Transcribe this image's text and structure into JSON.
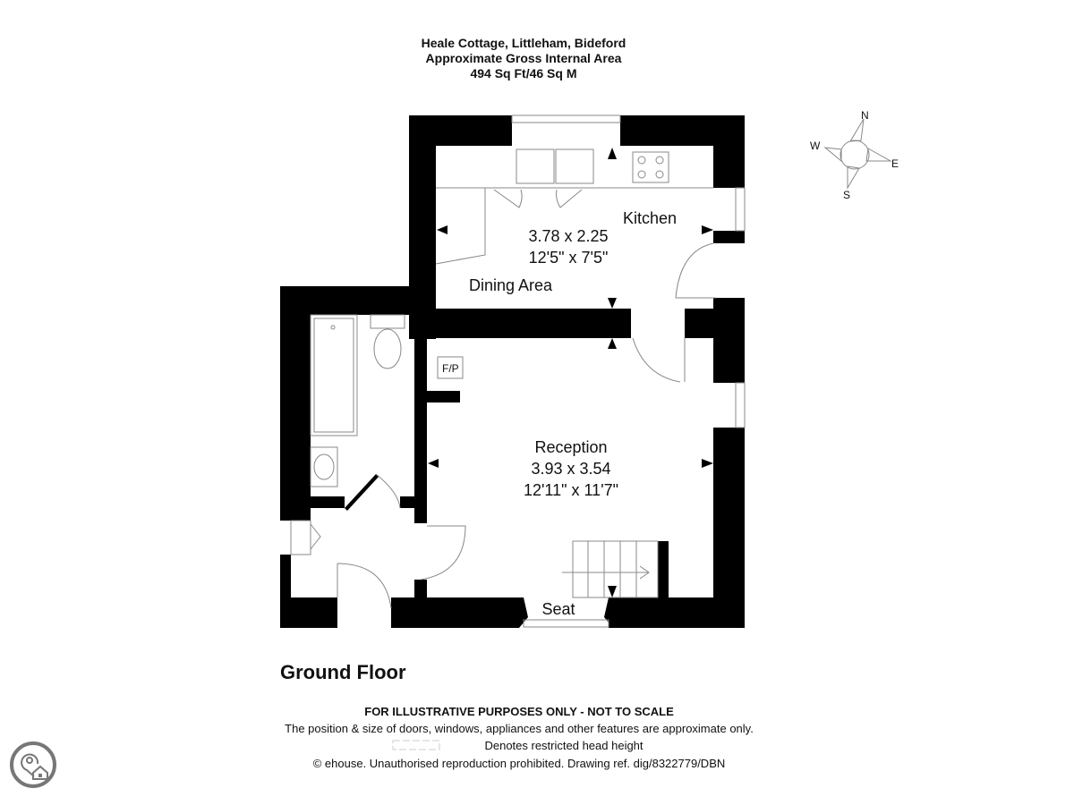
{
  "header": {
    "title": "Heale Cottage, Littleham, Bideford",
    "subtitle": "Approximate Gross Internal Area",
    "area": "494 Sq Ft/46 Sq M"
  },
  "compass": {
    "n": "N",
    "e": "E",
    "s": "S",
    "w": "W"
  },
  "rooms": {
    "kitchen": {
      "name": "Kitchen",
      "metric": "3.78 x 2.25",
      "imperial": "12'5\" x 7'5\""
    },
    "dining": {
      "name": "Dining Area"
    },
    "reception": {
      "name": "Reception",
      "metric": "3.93 x 3.54",
      "imperial": "12'11\" x 11'7\""
    },
    "fireplace": "F/P",
    "seat": "Seat"
  },
  "floor_label": "Ground Floor",
  "footer": {
    "disclaimer": "FOR ILLUSTRATIVE PURPOSES ONLY - NOT TO SCALE",
    "note": "The position & size of doors, windows, appliances and other features are approximate only.",
    "legend": "Denotes restricted head height",
    "copyright": "© ehouse. Unauthorised reproduction prohibited. Drawing ref. dig/8322779/DBN"
  }
}
